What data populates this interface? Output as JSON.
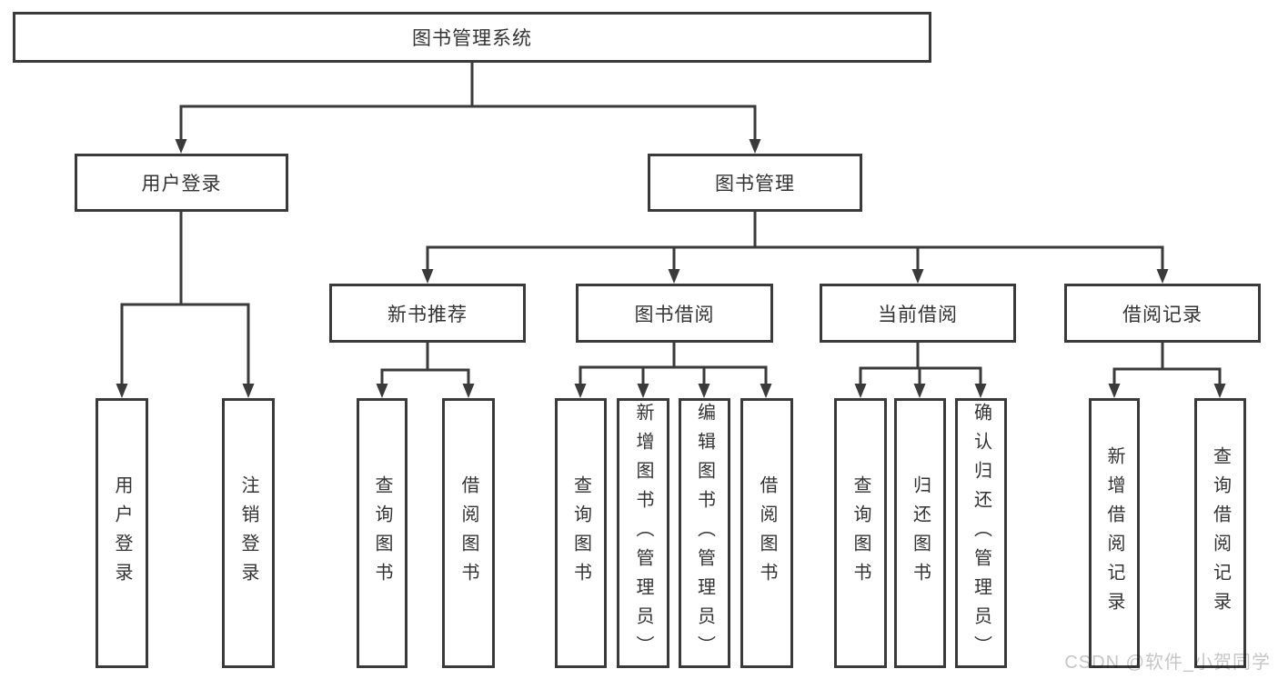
{
  "diagram": {
    "root": "图书管理系统",
    "level2": {
      "user_login": "用户登录",
      "book_management": "图书管理"
    },
    "level3": {
      "new_book_recommend": "新书推荐",
      "book_borrowing": "图书借阅",
      "current_borrowing": "当前借阅",
      "borrowing_records": "借阅记录"
    },
    "leaves": {
      "user_login": "用户登录",
      "logout": "注销登录",
      "recommend_query_books": "查询图书",
      "recommend_borrow_books": "借阅图书",
      "borrowing_query_books": "查询图书",
      "borrowing_add_books_admin": "新增图书（管理员）",
      "borrowing_edit_books_admin": "编辑图书（管理员）",
      "borrowing_borrow_books": "借阅图书",
      "current_query_books": "查询图书",
      "current_return_books": "归还图书",
      "current_confirm_return_admin": "确认归还（管理员）",
      "records_add_borrow_record": "新增借阅记录",
      "records_query_borrow_record": "查询借阅记录"
    }
  },
  "watermark": {
    "text": "CSDN @软件_小贺同学"
  },
  "colors": {
    "line": "#3a3a3a",
    "box_border": "#3a3a3a",
    "text": "#333333",
    "watermark": "#c6c6c6",
    "background": "#ffffff"
  }
}
